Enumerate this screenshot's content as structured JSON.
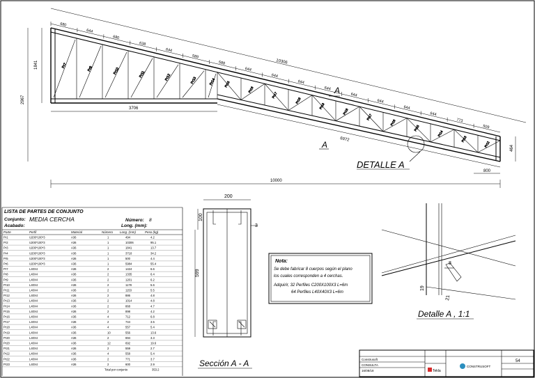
{
  "drawing": {
    "dims_top": [
      "680",
      "644",
      "680",
      "638",
      "644",
      "589",
      "588",
      "644",
      "644",
      "644",
      "644",
      "644",
      "644",
      "644",
      "644",
      "773",
      "509"
    ],
    "dim_diag_length": "10306",
    "dim_left_height": "1841",
    "dim_total_height": "2967",
    "dim_lower_3706": "3706",
    "dim_lower_6972": "6972",
    "dim_end_800": "800",
    "dim_end_464": "464",
    "dim_overall": "10000",
    "part_labels": [
      "Pr7",
      "Pr8",
      "Pr10",
      "Pr11",
      "Pr12",
      "Pr13",
      "Pr14",
      "Pr15",
      "Pr16",
      "Pr17",
      "Pr18",
      "Pr19",
      "Pr18",
      "Pr17",
      "Pr16",
      "Pr15",
      "Pr14",
      "Pr13",
      "Pr12",
      "Pr11",
      "Pr10",
      "Pr9",
      "Pr20",
      "Pr21",
      "Pr22"
    ],
    "section_marker": "A",
    "detail_label": "DETALLE  A"
  },
  "parts_list": {
    "title": "LISTA DE PARTES DE CONJUNTO",
    "conjunto_label": "Conjunto:",
    "conjunto_value": "MEDIA CERCHA",
    "acabado_label": "Acabado:",
    "numero_label": "Número:",
    "numero_value": "8",
    "long_label": "Long. (mm):",
    "headers": [
      "Parte",
      "Perfil",
      "Material",
      "Número",
      "Long. (mm)",
      "Peso (kg)"
    ],
    "rows": [
      [
        "Pr1",
        "U200*100*3",
        "A36",
        "1",
        "494",
        "4.2"
      ],
      [
        "Pr2",
        "U200*100*3",
        "A36",
        "1",
        "10306",
        "95.1"
      ],
      [
        "Pr3",
        "U200*100*3",
        "A36",
        "1",
        "1841",
        "13.7"
      ],
      [
        "Pr4",
        "U200*100*3",
        "A36",
        "1",
        "3718",
        "34.2"
      ],
      [
        "Pr5",
        "U200*100*3",
        "A36",
        "1",
        "500",
        "4.4"
      ],
      [
        "Pr6",
        "U200*100*3",
        "A36",
        "1",
        "5984",
        "55.4"
      ],
      [
        "Pr7",
        "L40X4",
        "A36",
        "2",
        "1424",
        "6.6"
      ],
      [
        "Pr8",
        "L40X4",
        "A36",
        "2",
        "1335",
        "6.4"
      ],
      [
        "Pr9",
        "L40X4",
        "A36",
        "2",
        "1201",
        "6.2"
      ],
      [
        "Pr10",
        "L40X4",
        "A36",
        "2",
        "1178",
        "5.6"
      ],
      [
        "Pr11",
        "L40X4",
        "A36",
        "2",
        "1153",
        "5.5"
      ],
      [
        "Pr12",
        "L40X4",
        "A36",
        "2",
        "886",
        "4.8"
      ],
      [
        "Pr13",
        "L40X4",
        "A36",
        "2",
        "1014",
        "4.8"
      ],
      [
        "Pr14",
        "L40X4",
        "A36",
        "2",
        "868",
        "4.7"
      ],
      [
        "Pr15",
        "L40X4",
        "A36",
        "2",
        "898",
        "4.2"
      ],
      [
        "Pr16",
        "L40X4",
        "A36",
        "4",
        "712",
        "6.8"
      ],
      [
        "Pr17",
        "L40X4",
        "A36",
        "2",
        "744",
        "3.5"
      ],
      [
        "Pr18",
        "L40X4",
        "A36",
        "4",
        "557",
        "5.4"
      ],
      [
        "Pr19",
        "L40X4",
        "A36",
        "10",
        "556",
        "13.6"
      ],
      [
        "Pr20",
        "L40X4",
        "A36",
        "2",
        "694",
        "3.3"
      ],
      [
        "Pr20",
        "L40X4",
        "A36",
        "12",
        "692",
        "19.6"
      ],
      [
        "Pr21",
        "L40X4",
        "A36",
        "2",
        "559",
        "2.7"
      ],
      [
        "Pr22",
        "L40X4",
        "A36",
        "4",
        "558",
        "5.4"
      ],
      [
        "Pr22",
        "L40X4",
        "A36",
        "2",
        "771",
        "3.7"
      ],
      [
        "Pr23",
        "L40X4",
        "A36",
        "2",
        "600",
        "2.9"
      ]
    ],
    "total_label": "Total por conjunto",
    "total_value": "353.2"
  },
  "section": {
    "width_dim": "200",
    "flange_dim": "100",
    "thickness_dim": "3",
    "height_dim": "599",
    "title": "Sección  A - A"
  },
  "note": {
    "title": "Nota:",
    "line1": "Se debe fabricar 8 cuerpos según el plano",
    "line2": "los cuales corresponden a 4 cerchas.",
    "line3": "Adquirir, 32 Perfiles C200X100X3 L=6m",
    "line4": "64 Perfiles L40X40X3 L=6m"
  },
  "detail": {
    "dim_8": "8",
    "dim_19": "19",
    "dim_21": "21",
    "title": "Detalle  A , 1:1"
  },
  "title_block": {
    "company": "CONSTRUSOFT",
    "client_label": "Construsoft",
    "row2": "CONSULTA",
    "row3": "16/08/18",
    "sheet_no": "54",
    "brand": "Tekla"
  }
}
